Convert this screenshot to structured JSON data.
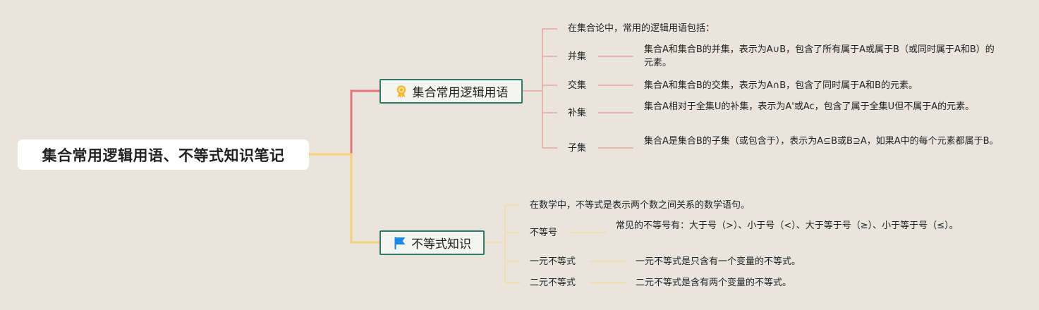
{
  "root": {
    "title": "集合常用逻辑用语、不等式知识笔记"
  },
  "branches": [
    {
      "label": "集合常用逻辑用语",
      "icon": "award-ribbon-icon",
      "intro": "在集合论中，常用的逻辑用语包括：",
      "items": [
        {
          "term": "并集",
          "desc": "集合A和集合B的并集，表示为A∪B，包含了所有属于A或属于B（或同时属于A和B）的元素。"
        },
        {
          "term": "交集",
          "desc": "集合A和集合B的交集，表示为A∩B，包含了同时属于A和B的元素。"
        },
        {
          "term": "补集",
          "desc": "集合A相对于全集U的补集，表示为A'或Ac，包含了属于全集U但不属于A的元素。"
        },
        {
          "term": "子集",
          "desc": "集合A是集合B的子集（或包含于），表示为A⊆B或B⊇A，如果A中的每个元素都属于B。"
        }
      ]
    },
    {
      "label": "不等式知识",
      "icon": "flag-icon",
      "intro": "在数学中，不等式是表示两个数之间关系的数学语句。",
      "items": [
        {
          "term": "不等号",
          "desc": "常见的不等号有：大于号（>）、小于号（<）、大于等于号（≥）、小于等于号（≤）。"
        },
        {
          "term": "一元不等式",
          "desc": "一元不等式是只含有一个变量的不等式。"
        },
        {
          "term": "二元不等式",
          "desc": "二元不等式是含有两个变量的不等式。"
        }
      ]
    }
  ],
  "colors": {
    "background": "#e9e5dc",
    "branch1_line": "#e8757a",
    "branch1_thin": "#eaa3a2",
    "branch2_line": "#f6cf79",
    "branch2_thin": "#f5dba4",
    "branch_border": "#2f7a68",
    "icon_gold": "#f1b72f",
    "icon_blue": "#1e88e5"
  }
}
